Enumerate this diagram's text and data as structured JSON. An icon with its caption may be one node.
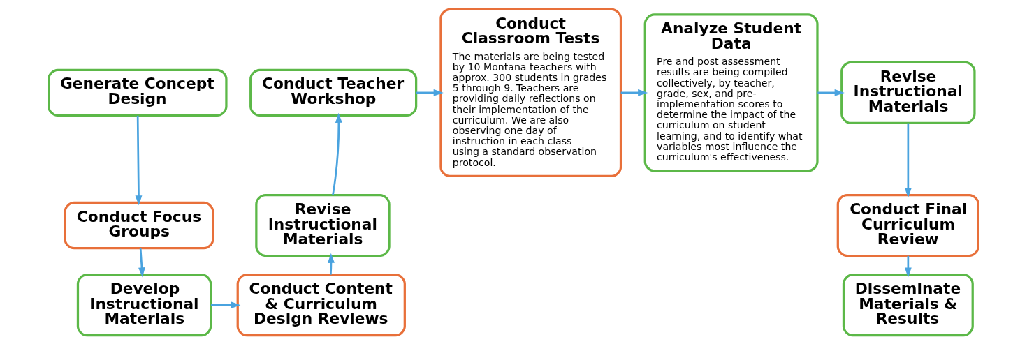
{
  "diagram": {
    "nodes": [
      {
        "text": [
          "Generate Concept Design"
        ]
      },
      {
        "text": [
          "Conduct Focus Groups"
        ]
      },
      {
        "text": [
          "Develop Instructional Materials"
        ]
      },
      {
        "text": [
          "Conduct Content & Curriculum Design Reviews"
        ]
      },
      {
        "text": [
          "Revise Instructional Materials"
        ]
      },
      {
        "text": [
          "Conduct Teacher Workshop"
        ]
      },
      {
        "text": [
          "Conduct Classroom Tests",
          "The materials are being tested by 10 Montana teachers with approx. 300 students in grades 5 through 9. Teachers are providing daily reflections on their implementation of the curriculum. We are also observing one day of instruction in each class using a standard observation protocol."
        ]
      },
      {
        "text": [
          "Analyze Student Data",
          "Pre and post assessment results are being compiled collectively, by teacher, grade, sex, and pre-implementation scores to determine the impact of the curriculum on student learning, and to identify what variables most influence the curriculum's effectiveness."
        ]
      },
      {
        "text": [
          "Revise Instructional Materials"
        ]
      },
      {
        "text": [
          "Conduct Final Curriculum Review"
        ]
      },
      {
        "text": [
          "Disseminate Materials & Results"
        ]
      }
    ],
    "edges": [
      {
        "from": 0,
        "to": 1,
        "arrow": "to"
      },
      {
        "from": 1,
        "to": 2,
        "arrow": "to"
      },
      {
        "from": 2,
        "to": 3,
        "arrow": "to"
      },
      {
        "from": 3,
        "to": 4,
        "arrow": "to"
      },
      {
        "from": 4,
        "to": 5,
        "arrow": "to"
      },
      {
        "from": 5,
        "to": 6,
        "arrow": "to"
      },
      {
        "from": 6,
        "to": 7,
        "arrow": "to"
      },
      {
        "from": 7,
        "to": 8,
        "arrow": "to"
      },
      {
        "from": 8,
        "to": 9,
        "arrow": "to"
      },
      {
        "from": 9,
        "to": 10,
        "arrow": "to"
      }
    ]
  }
}
